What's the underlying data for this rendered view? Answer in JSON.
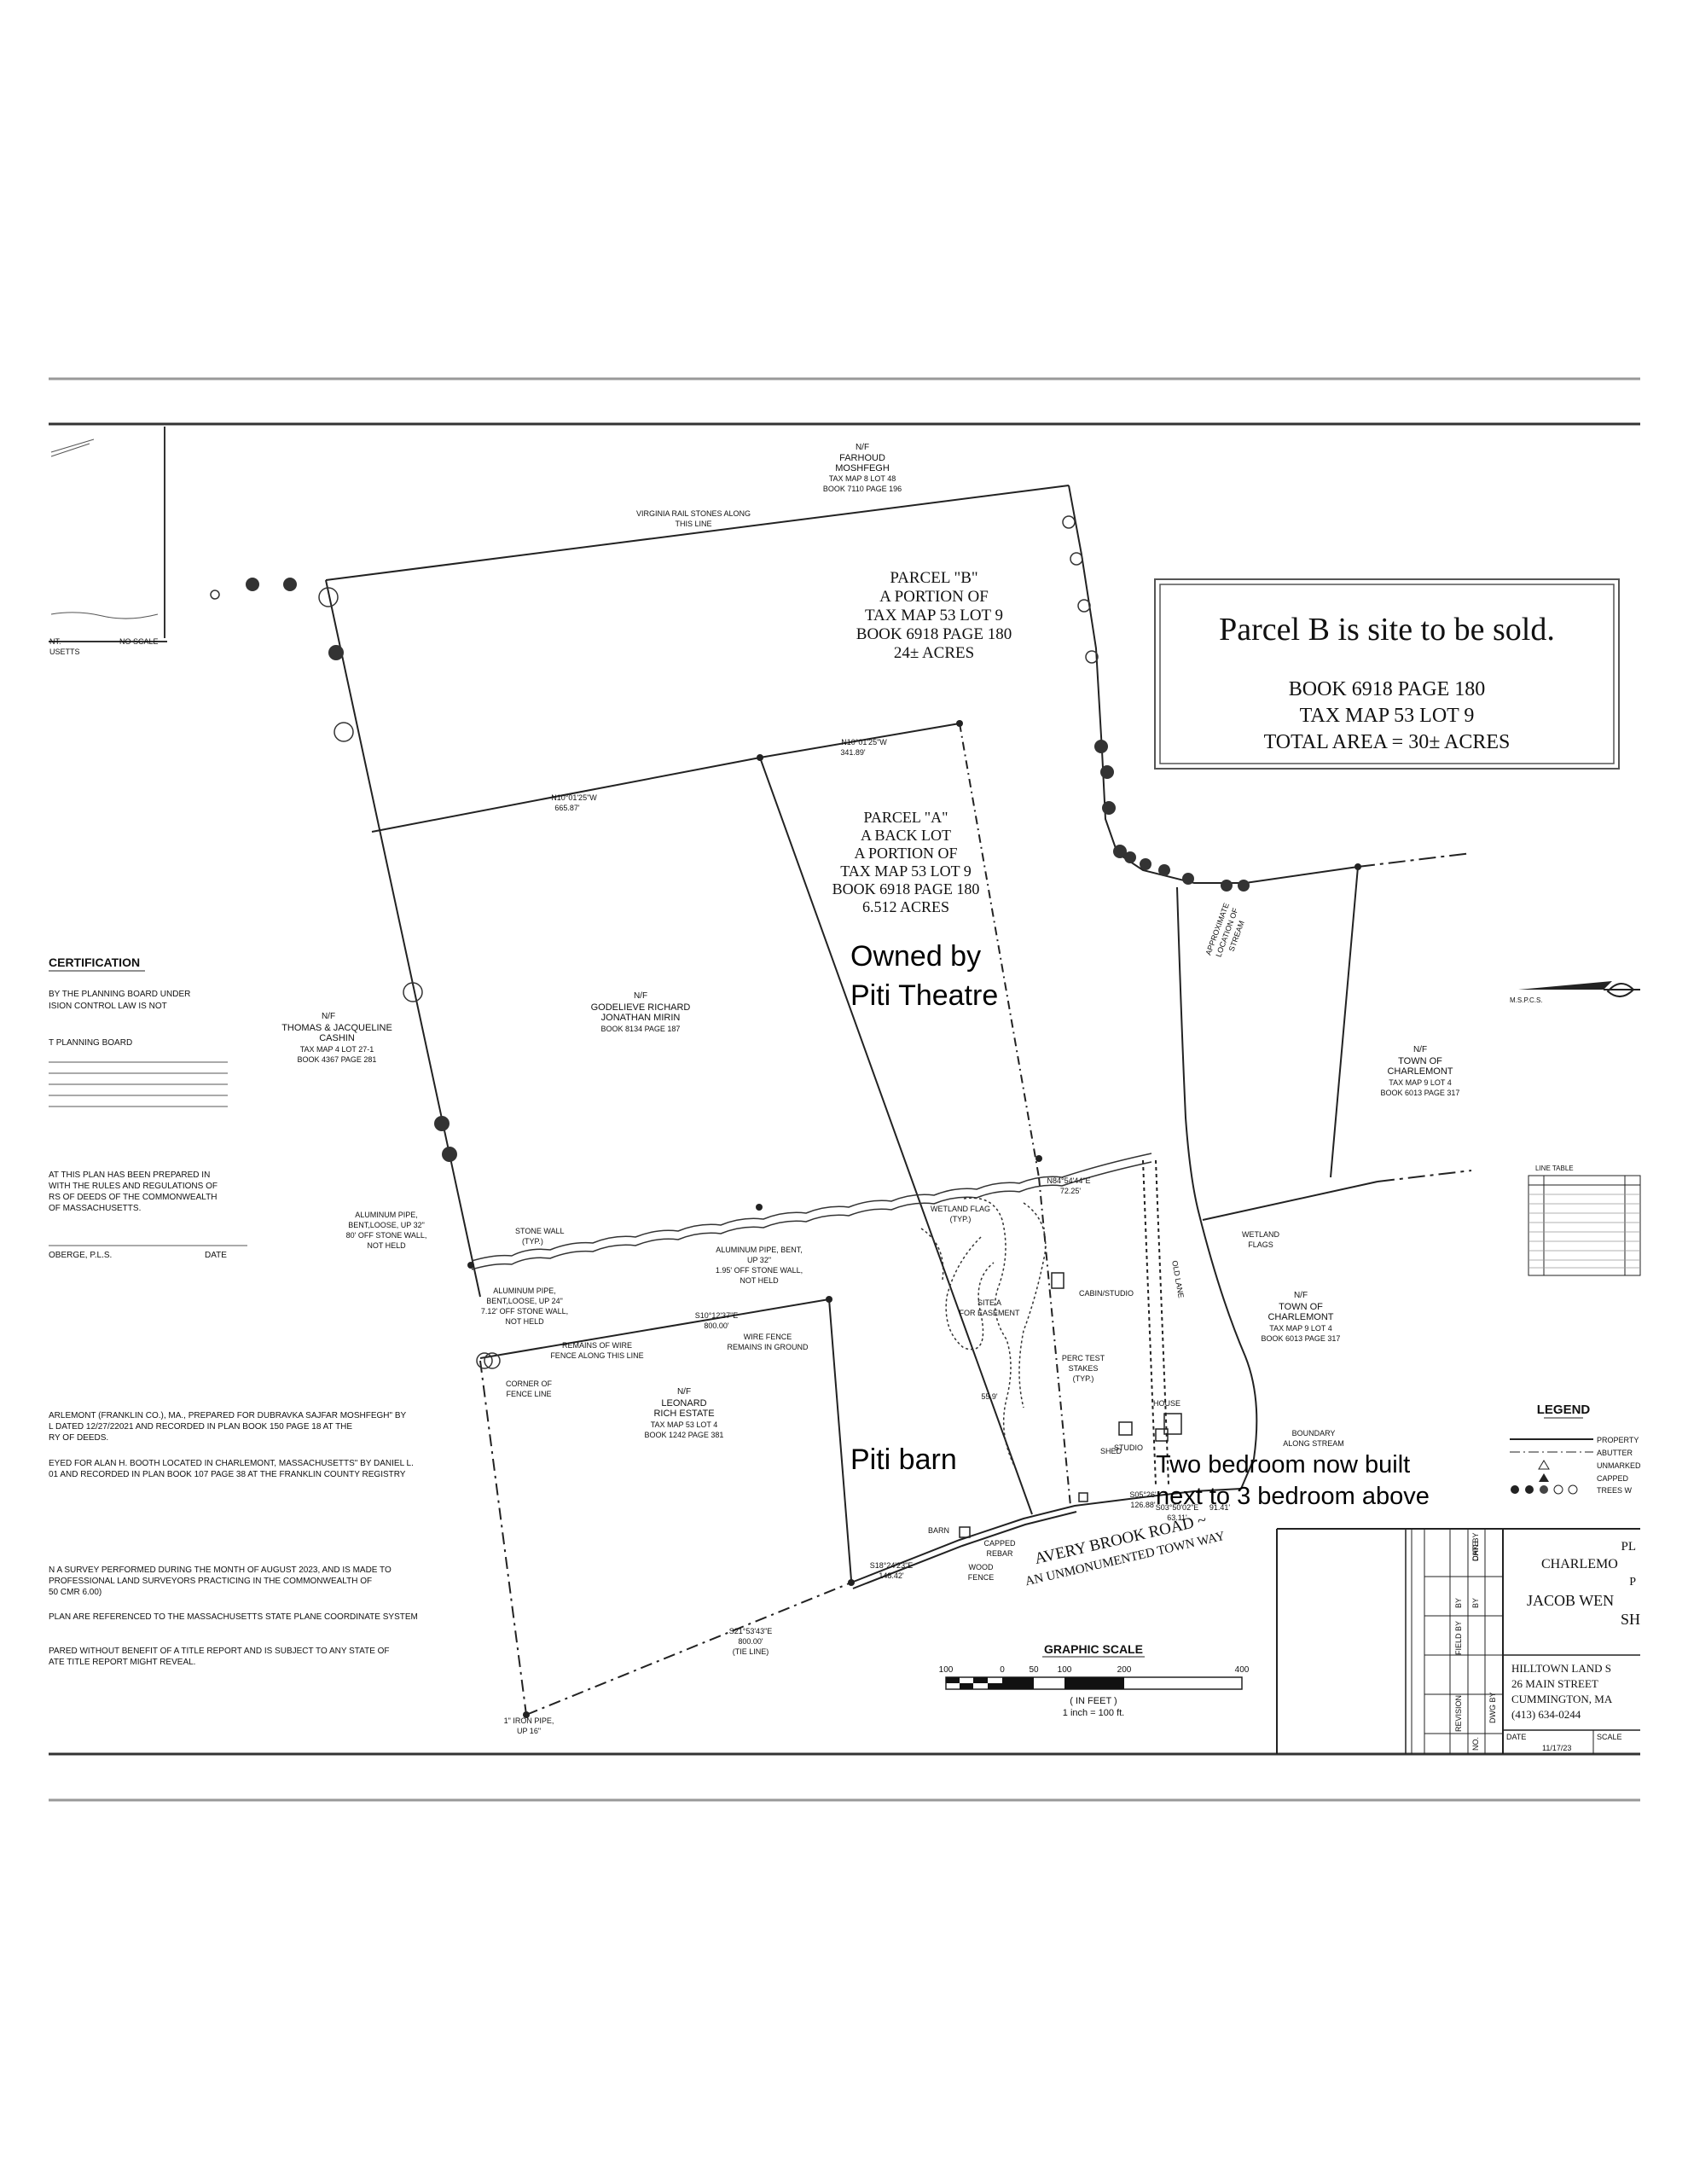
{
  "callout": {
    "title": "Parcel B is site to be sold.",
    "line1": "BOOK 6918 PAGE 180",
    "line2": "TAX MAP 53 LOT 9",
    "line3": "TOTAL AREA = 30± ACRES"
  },
  "annotations": {
    "owned_by_1": "Owned by",
    "owned_by_2": "Piti Theatre",
    "barn": "Piti barn",
    "bedroom_1": "Two bedroom now built",
    "bedroom_2": "next to 3 bedroom above"
  },
  "parcel_b": {
    "l1": "PARCEL \"B\"",
    "l2": "A PORTION OF",
    "l3": "TAX MAP 53 LOT 9",
    "l4": "BOOK 6918 PAGE 180",
    "l5": "24± ACRES"
  },
  "parcel_a": {
    "l1": "PARCEL \"A\"",
    "l2": "A BACK LOT",
    "l3": "A PORTION OF",
    "l4": "TAX MAP 53 LOT 9",
    "l5": "BOOK 6918 PAGE 180",
    "l6": "6.512 ACRES"
  },
  "abutters": {
    "moshfegh": [
      "N/F",
      "FARHOUD",
      "MOSHFEGH",
      "TAX MAP 8 LOT 48",
      "BOOK 7110 PAGE 196"
    ],
    "cashin": [
      "N/F",
      "THOMAS & JACQUELINE",
      "CASHIN",
      "TAX MAP 4 LOT 27-1",
      "BOOK 4367 PAGE 281"
    ],
    "mirin": [
      "N/F",
      "GODELIEVE RICHARD",
      "JONATHAN MIRIN",
      "BOOK 8134 PAGE 187"
    ],
    "charlemont_top": [
      "N/F",
      "TOWN OF",
      "CHARLEMONT",
      "TAX MAP 9 LOT 4",
      "BOOK 6013 PAGE 317"
    ],
    "charlemont_bot": [
      "N/F",
      "TOWN OF",
      "CHARLEMONT",
      "TAX MAP 9 LOT 4",
      "BOOK 6013 PAGE 317"
    ],
    "rich": [
      "N/F",
      "LEONARD",
      "RICH ESTATE",
      "TAX MAP 53 LOT 4",
      "BOOK 1242 PAGE 381"
    ]
  },
  "plan_labels": {
    "virginia": [
      "VIRGINIA RAIL STONES ALONG",
      "THIS LINE"
    ],
    "bearing_top": "N10°01'25\"W",
    "dist_top": "341.89'",
    "bearing_left": "N10°01'25\"W",
    "dist_left": "665.87'",
    "stone_wall": [
      "STONE WALL",
      "(TYP.)"
    ],
    "alum1": [
      "ALUMINUM PIPE,",
      "BENT,LOOSE, UP 32\"",
      "80' OFF STONE WALL,",
      "NOT HELD"
    ],
    "alum2": [
      "ALUMINUM PIPE,",
      "BENT,LOOSE, UP 24\"",
      "7.12' OFF STONE WALL,",
      "NOT HELD"
    ],
    "alum3": [
      "ALUMINUM PIPE, BENT,",
      "UP 32\"",
      "1.95' OFF STONE WALL,",
      "NOT HELD"
    ],
    "wetland_flag": [
      "WETLAND FLAG",
      "(TYP.)"
    ],
    "wetland_flags": [
      "WETLAND",
      "FLAGS"
    ],
    "bearing_mid": "N84°54'44\"E",
    "dist_mid": "72.25'",
    "site_a": [
      "SITE A",
      "FOR EASEMENT"
    ],
    "cabin": "CABIN/STUDIO",
    "perc": [
      "PERC TEST",
      "STAKES",
      "(TYP.)"
    ],
    "house": "HOUSE",
    "studio": "STUDIO",
    "shed": "SHED",
    "barn_small": "BARN",
    "boundary": [
      "BOUNDARY",
      "ALONG STREAM"
    ],
    "stream": [
      "APPROXIMATE",
      "LOCATION OF",
      "STREAM"
    ],
    "fence": [
      "REMAINS OF WIRE",
      "FENCE ALONG THIS LINE"
    ],
    "wire_fence": [
      "WIRE FENCE",
      "REMAINS IN GROUND"
    ],
    "corner": [
      "CORNER OF",
      "FENCE LINE"
    ],
    "rebar": [
      "CAPPED",
      "REBAR"
    ],
    "wood_fence": [
      "WOOD",
      "FENCE"
    ],
    "old_lane": "OLD LANE",
    "road1": "AVERY BROOK ROAD ~",
    "road2": "AN UNMONUMENTED TOWN WAY",
    "iron_pipe": [
      "1\" IRON PIPE,",
      "UP 16\""
    ],
    "bearing_rich": "S10°12'37\"E",
    "dist_rich": "800.00'",
    "bearing_bottom": "S21°53'43\"E",
    "dist_bottom": "800.00'",
    "tie_line": "(TIE LINE)",
    "bearing_road1": "S18°24'23\"E",
    "dist_road1": "148.42'",
    "dist_55": "55.9'",
    "bearing_road2": "S05°26'",
    "dist_road2": "126.88'",
    "bearing_road3": "S03°50'02\"E",
    "dist_road3": "63.11'",
    "dist_9141": "91.41'"
  },
  "certification": {
    "heading": "CERTIFICATION",
    "l1": "BY THE PLANNING BOARD UNDER",
    "l2": "ISION CONTROL LAW IS NOT",
    "l3": "T PLANNING BOARD",
    "l4": "AT THIS PLAN HAS BEEN PREPARED IN",
    "l5": "WITH THE RULES AND REGULATIONS OF",
    "l6": "RS OF DEEDS OF THE COMMONWEALTH",
    "l7": "OF MASSACHUSETTS.",
    "l8": "OBERGE, P.L.S.",
    "l9": "DATE"
  },
  "notes": [
    "ARLEMONT (FRANKLIN CO.), MA., PREPARED FOR DUBRAVKA SAJFAR MOSHFEGH\" BY",
    "L DATED 12/27/22021 AND RECORDED IN PLAN BOOK 150 PAGE 18 AT THE",
    "RY OF DEEDS.",
    "EYED FOR ALAN H. BOOTH LOCATED IN CHARLEMONT, MASSACHUSETTS\" BY DANIEL L.",
    "01 AND RECORDED IN PLAN BOOK 107 PAGE 38 AT THE FRANKLIN COUNTY REGISTRY",
    "N A SURVEY PERFORMED DURING THE MONTH OF AUGUST 2023, AND IS MADE TO",
    "PROFESSIONAL LAND SURVEYORS PRACTICING IN THE COMMONWEALTH OF",
    "50 CMR 6.00)",
    "PLAN ARE REFERENCED TO THE MASSACHUSETTS STATE PLANE COORDINATE SYSTEM",
    "PARED WITHOUT BENEFIT OF A TITLE REPORT AND IS SUBJECT TO ANY STATE OF",
    "ATE TITLE REPORT MIGHT REVEAL."
  ],
  "locus": {
    "l1": "NT.",
    "l2": "NO SCALE",
    "l3": "USETTS"
  },
  "msp": "M.S.P.C.S.",
  "line_table_title": "LINE TABLE",
  "legend": {
    "title": "LEGEND",
    "items": [
      "PROPERTY",
      "ABUTTER",
      "UNMARKED",
      "CAPPED",
      "TREES W"
    ]
  },
  "scale": {
    "title": "GRAPHIC SCALE",
    "ticks": [
      "100",
      "0",
      "50",
      "100",
      "200",
      "400"
    ],
    "unit": "( IN FEET )",
    "ratio": "1 inch = 100 ft."
  },
  "title_block": {
    "col_headers": [
      "BY",
      "CHK BY",
      "BY",
      "FIELD BY",
      "REVISION",
      "DWG BY",
      "NO.",
      "DATE"
    ],
    "t1": "PL",
    "t2": "CHARLEMO",
    "t3": "P",
    "t4": "JACOB WEN",
    "t5": "SH",
    "firm": [
      "HILLTOWN LAND S",
      "26 MAIN STREET",
      "CUMMINGTON, MA",
      "(413) 634-0244"
    ],
    "date_label": "DATE",
    "date_value": "11/17/23",
    "scale_label": "SCALE"
  }
}
